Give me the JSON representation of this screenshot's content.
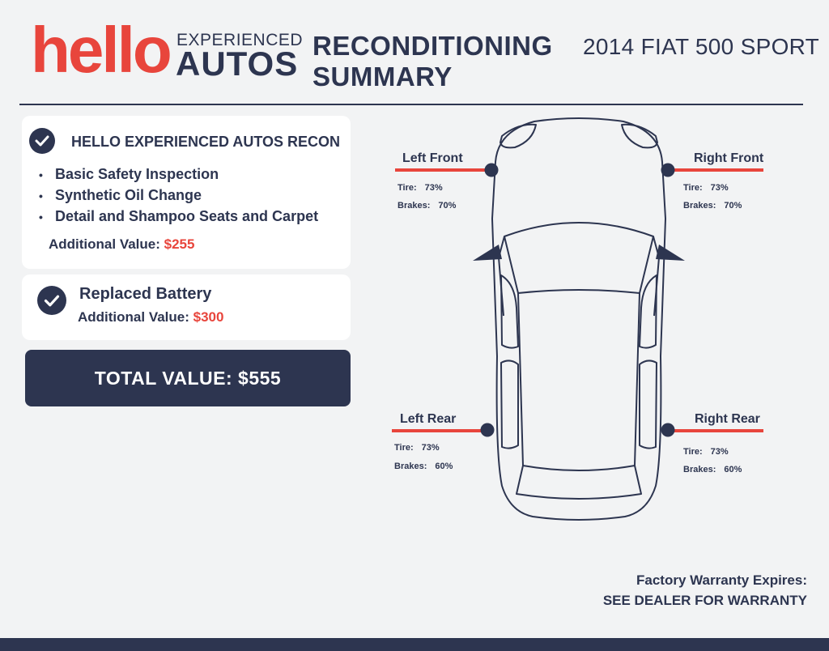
{
  "header": {
    "logo_hello": "hello",
    "logo_experienced": "EXPERIENCED",
    "logo_autos": "AUTOS",
    "title_line1": "RECONDITIONING",
    "title_line2": "SUMMARY",
    "vehicle": "2014 FIAT 500 SPORT"
  },
  "recon_card": {
    "title": "HELLO EXPERIENCED AUTOS RECON",
    "items": [
      "Basic Safety Inspection",
      "Synthetic Oil Change",
      "Detail and Shampoo Seats and Carpet"
    ],
    "value_label": "Additional Value:",
    "value": "$255"
  },
  "battery_card": {
    "title": "Replaced Battery",
    "value_label": "Additional Value:",
    "value": "$300"
  },
  "total": "TOTAL  VALUE: $555",
  "corners": {
    "left_front": {
      "title": "Left Front",
      "tire_label": "Tire:",
      "tire": "73%",
      "brakes_label": "Brakes:",
      "brakes": "70%"
    },
    "right_front": {
      "title": "Right Front",
      "tire_label": "Tire:",
      "tire": "73%",
      "brakes_label": "Brakes:",
      "brakes": "70%"
    },
    "left_rear": {
      "title": "Left Rear",
      "tire_label": "Tire:",
      "tire": "73%",
      "brakes_label": "Brakes:",
      "brakes": "60%"
    },
    "right_rear": {
      "title": "Right Rear",
      "tire_label": "Tire:",
      "tire": "73%",
      "brakes_label": "Brakes:",
      "brakes": "60%"
    }
  },
  "warranty": {
    "line1": "Factory Warranty Expires:",
    "line2": "SEE DEALER FOR WARRANTY"
  },
  "colors": {
    "navy": "#2d3550",
    "red": "#e8453c",
    "background": "#f2f3f4"
  },
  "icons": {
    "check": "check-circle-icon"
  }
}
